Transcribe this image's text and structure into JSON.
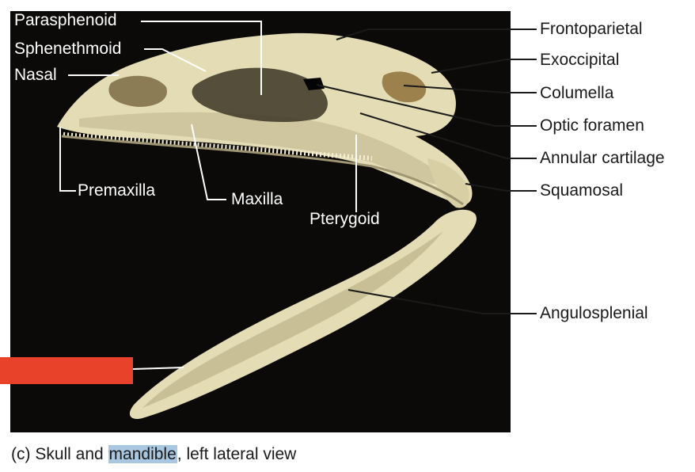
{
  "figure": {
    "labels_left": {
      "parasphenoid": "Parasphenoid",
      "sphenethmoid": "Sphenethmoid",
      "nasal": "Nasal",
      "premaxilla": "Premaxilla",
      "maxilla": "Maxilla",
      "pterygoid": "Pterygoid"
    },
    "labels_right": {
      "frontoparietal": "Frontoparietal",
      "exoccipital": "Exoccipital",
      "columella": "Columella",
      "optic_foramen": "Optic foramen",
      "annular_cartilage": "Annular cartilage",
      "squamosal": "Squamosal",
      "angulosplenial": "Angulosplenial"
    },
    "caption": {
      "prefix": "(c) Skull and ",
      "highlight": "mandible",
      "suffix": ", left lateral view"
    },
    "colors": {
      "background": "#0b0a09",
      "bone": "#e3dcb4",
      "bone_shadow": "#b9b08a",
      "redaction": "#e8432a",
      "highlight": "#a9c7e1"
    }
  }
}
